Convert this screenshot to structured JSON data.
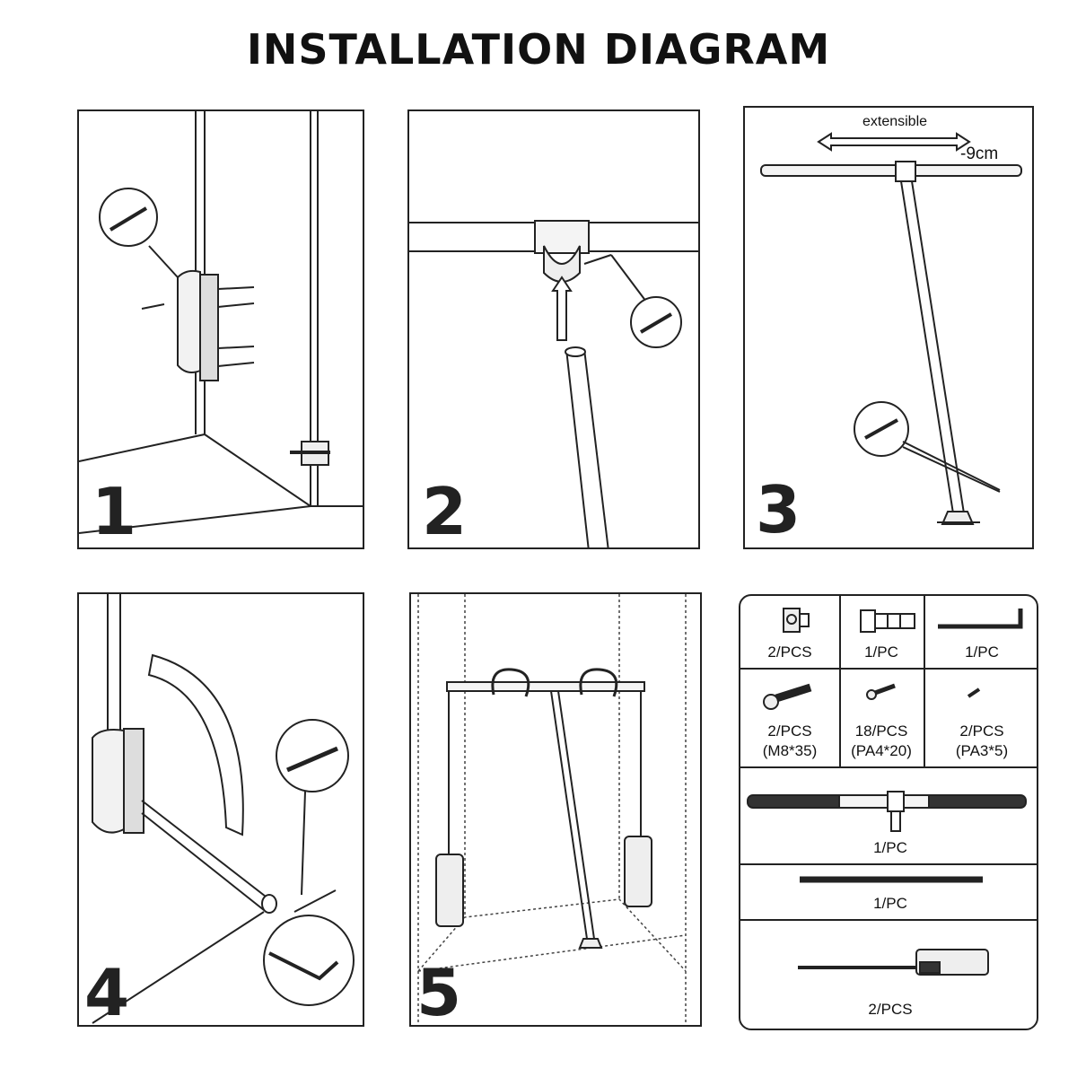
{
  "title": "INSTALLATION DIAGRAM",
  "steps": [
    {
      "number": "1"
    },
    {
      "number": "2"
    },
    {
      "number": "3",
      "extensible_label": "extensible",
      "extension_value": "-9cm"
    },
    {
      "number": "4"
    },
    {
      "number": "5"
    }
  ],
  "parts": {
    "connector_qty": "2/PCS",
    "plug_qty": "1/PC",
    "hex_key_qty": "1/PC",
    "bolt_qty": "2/PCS",
    "bolt_spec": "(M8*35)",
    "screw_qty": "18/PCS",
    "screw_spec": "(PA4*20)",
    "small_screw_qty": "2/PCS",
    "small_screw_spec": "(PA3*5)",
    "hanging_bar_qty": "1/PC",
    "rod_qty": "1/PC",
    "lift_unit_qty": "2/PCS"
  }
}
